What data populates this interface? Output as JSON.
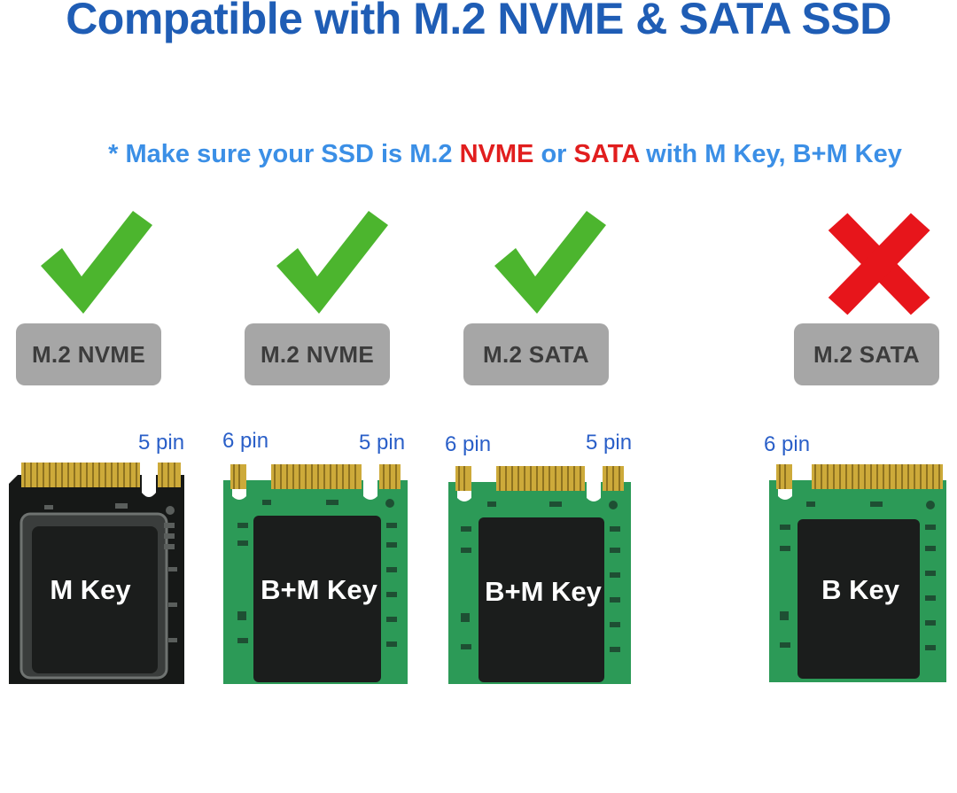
{
  "header": {
    "title": "Compatible with M.2 NVME & SATA SSD"
  },
  "note": {
    "prefix": "* Make sure your SSD is M.2 ",
    "nvme": "NVME",
    "or": " or ",
    "sata": "SATA",
    "suffix": " with M Key, B+M Key"
  },
  "colors": {
    "title_blue": "#1f5db5",
    "note_blue": "#3b8fe6",
    "highlight_red": "#e11e1e",
    "check_green": "#4cb52e",
    "cross_red": "#e7151b",
    "pill_gray": "#a6a6a6",
    "pill_text": "#3c3c3c",
    "pin_blue": "#2a5fc8",
    "pcb_green": "#2c9a57",
    "pcb_black": "#1b1d1c",
    "gold": "#cdaa3a"
  },
  "columns": [
    {
      "status": "compatible",
      "status_icon": "check-icon",
      "type_label": "M.2 NVME",
      "key_label": "M Key",
      "pin_left": "",
      "pin_right": "5 pin"
    },
    {
      "status": "compatible",
      "status_icon": "check-icon",
      "type_label": "M.2 NVME",
      "key_label": "B+M Key",
      "pin_left": "6 pin",
      "pin_right": "5 pin"
    },
    {
      "status": "compatible",
      "status_icon": "check-icon",
      "type_label": "M.2 SATA",
      "key_label": "B+M Key",
      "pin_left": "6 pin",
      "pin_right": "5 pin"
    },
    {
      "status": "incompatible",
      "status_icon": "cross-icon",
      "type_label": "M.2 SATA",
      "key_label": "B Key",
      "pin_left": "6 pin",
      "pin_right": ""
    }
  ]
}
